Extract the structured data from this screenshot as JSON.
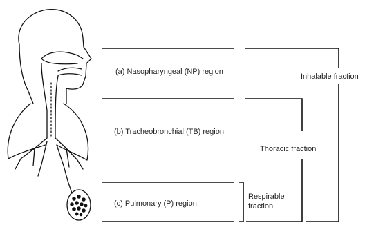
{
  "regions": {
    "nasopharyngeal": "(a) Nasopharyngeal (NP) region",
    "tracheobronchial": "(b) Tracheobronchial (TB) region",
    "pulmonary": "(c) Pulmonary (P) region"
  },
  "fractions": {
    "inhalable": "Inhalable fraction",
    "thoracic": "Thoracic fraction",
    "respirable_line1": "Respirable",
    "respirable_line2": "fraction"
  },
  "icons": {
    "head": "human-head-profile",
    "airway": "respiratory-tract",
    "alveoli": "alveolar-sac"
  }
}
